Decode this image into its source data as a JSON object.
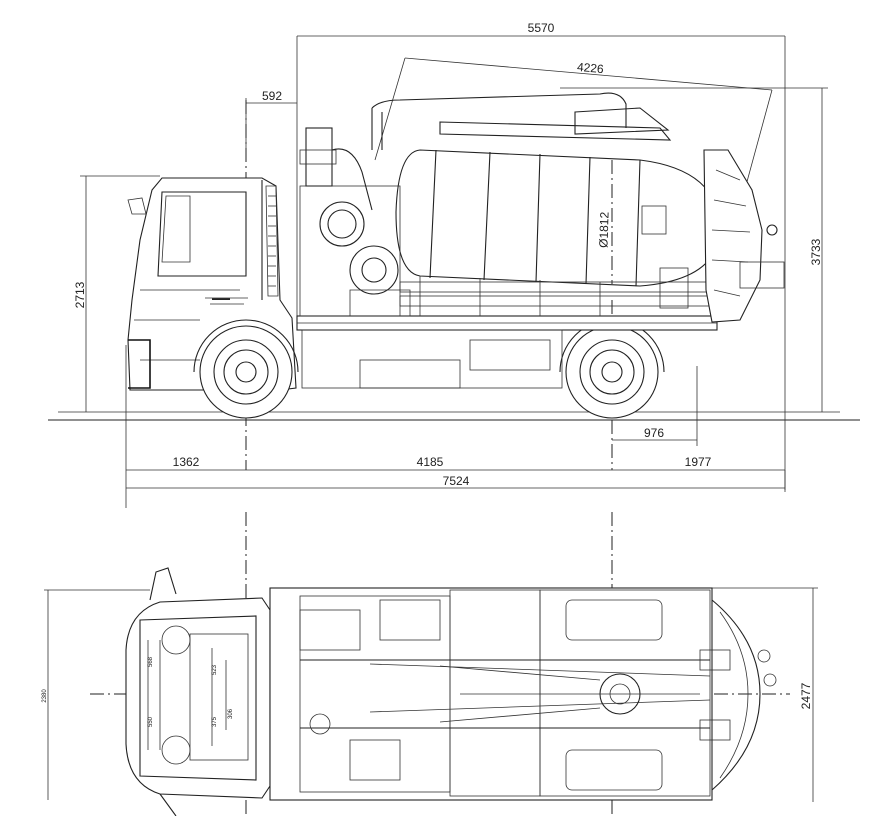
{
  "side_view": {
    "dimensions": {
      "overall_height_cabin": "2713",
      "overall_height": "3733",
      "body_length": "5570",
      "tank_length": "4226",
      "front_axle_to_body": "592",
      "tank_diameter": "Ø1812",
      "front_overhang": "1362",
      "wheelbase": "4185",
      "rear_overhang": "1977",
      "rear_axle_to_tail": "976",
      "overall_length": "7524"
    }
  },
  "top_view": {
    "dimensions": {
      "overall_width": "2477",
      "cab_width": "2380",
      "cab_dim_568": "568",
      "cab_dim_550": "550",
      "cab_dim_523": "523",
      "cab_dim_375": "375",
      "cab_dim_306": "306"
    }
  },
  "colors": {
    "line": "#222222",
    "background": "#ffffff"
  }
}
